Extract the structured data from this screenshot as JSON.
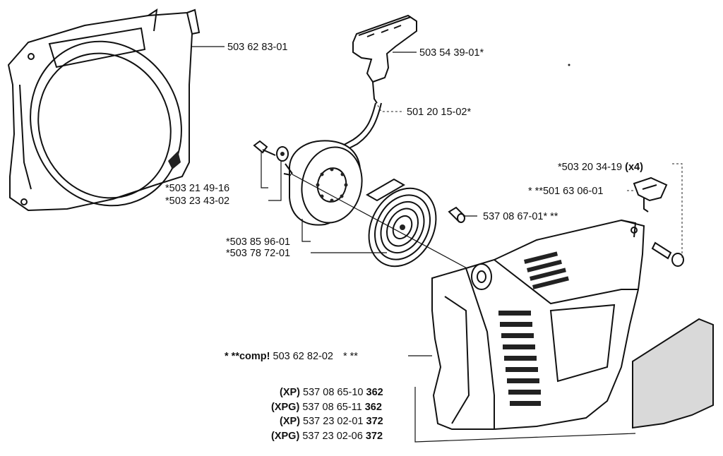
{
  "labels": {
    "fan_housing": "503 62 83-01",
    "handle": "503 54 39-01*",
    "cord": "501 20 15-02*",
    "screw_a": "*503 21 49-16",
    "washer_a": "*503 23 43-02",
    "pulley": "*503 85 96-01",
    "spring": "*503 78 72-01",
    "bushing": "537 08 67-01* **",
    "screw_x4": "*503 20 34-19",
    "screw_x4_qty": "(x4)",
    "grommet": "* **501 63 06-01",
    "comp_prefix": "* **comp! ",
    "comp_num": "503 62 82-02",
    "comp_suffix": "* **"
  },
  "variants": [
    {
      "tag": "(XP)",
      "num": "537 08 65-10",
      "model": "362"
    },
    {
      "tag": "(XPG)",
      "num": "537 08 65-11",
      "model": "362"
    },
    {
      "tag": "(XP)",
      "num": "537 23 02-01",
      "model": "372"
    },
    {
      "tag": "(XPG)",
      "num": "537 23 02-06",
      "model": "372"
    }
  ]
}
